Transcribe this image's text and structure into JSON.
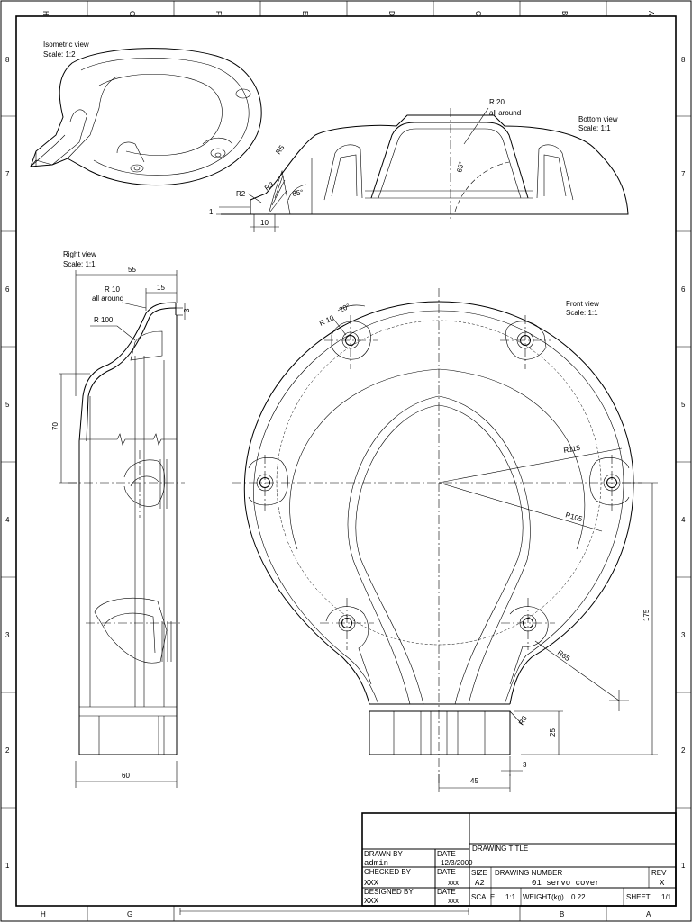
{
  "frame": {
    "col_labels": [
      "H",
      "G",
      "F",
      "E",
      "D",
      "C",
      "B",
      "A"
    ],
    "row_labels": [
      "8",
      "7",
      "6",
      "5",
      "4",
      "3",
      "2",
      "1"
    ]
  },
  "views": {
    "isometric": {
      "title": "Isometric view",
      "scale": "Scale:  1:2"
    },
    "bottom": {
      "title": "Bottom view",
      "scale": "Scale:  1:1"
    },
    "right": {
      "title": "Right view",
      "scale": "Scale:  1:1"
    },
    "front": {
      "title": "Front view",
      "scale": "Scale:  1:1"
    }
  },
  "dimensions": {
    "bottom": {
      "r20": "R 20",
      "r20_note": "all around",
      "angle65": "65°",
      "r5": "R5",
      "r3": "R3",
      "r2": "R2",
      "angle85": "85°",
      "d1": "1",
      "d10": "10"
    },
    "right": {
      "w55": "55",
      "r10": "R 10",
      "r10_note": "all around",
      "w15": "15",
      "d3": "3",
      "r100": "R 100",
      "h70": "70",
      "w60": "60"
    },
    "front": {
      "r10": "R 10",
      "angle20": "20°",
      "r115": "R115",
      "r105": "R105",
      "h175": "175",
      "r65": "R65",
      "r6": "R6",
      "d25": "25",
      "d3": "3",
      "w45": "45"
    }
  },
  "title_block": {
    "drawing_title_label": "DRAWING TITLE",
    "drawn_by_label": "DRAWN BY",
    "drawn_by": "admin",
    "date_label": "DATE",
    "drawn_date": "12/3/2009",
    "checked_by_label": "CHECKED BY",
    "checked_by": "XXX",
    "checked_date": "xxx",
    "designed_by_label": "DESIGNED BY",
    "designed_by": "XXX",
    "designed_date": "xxx",
    "size_label": "SIZE",
    "size": "A2",
    "drawing_number_label": "DRAWING NUMBER",
    "drawing_number": "01 servo cover",
    "rev_label": "REV",
    "rev": "X",
    "scale_label": "SCALE",
    "scale": "1:1",
    "weight_label": "WEIGHT(kg)",
    "weight": "0.22",
    "sheet_label": "SHEET",
    "sheet": "1/1"
  }
}
